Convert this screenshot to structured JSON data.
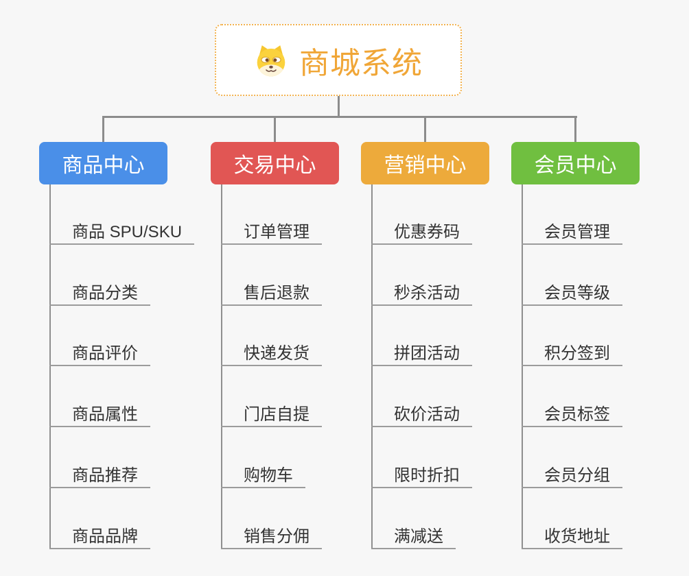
{
  "page": {
    "background_color": "#f7f7f7",
    "connector_color": "#8c8c8c"
  },
  "root": {
    "title": "商城系统",
    "icon": "dog-face-icon",
    "text_color": "#f0a637",
    "border_color": "#f2b24e"
  },
  "branches": [
    {
      "label": "商品中心",
      "color": "#4a8fe8",
      "items": [
        "商品 SPU/SKU",
        "商品分类",
        "商品评价",
        "商品属性",
        "商品推荐",
        "商品品牌"
      ]
    },
    {
      "label": "交易中心",
      "color": "#e15654",
      "items": [
        "订单管理",
        "售后退款",
        "快递发货",
        "门店自提",
        "购物车",
        "销售分佣"
      ]
    },
    {
      "label": "营销中心",
      "color": "#edaa3b",
      "items": [
        "优惠券码",
        "秒杀活动",
        "拼团活动",
        "砍价活动",
        "限时折扣",
        "满减送"
      ]
    },
    {
      "label": "会员中心",
      "color": "#70bf40",
      "items": [
        "会员管理",
        "会员等级",
        "积分签到",
        "会员标签",
        "会员分组",
        "收货地址"
      ]
    }
  ]
}
